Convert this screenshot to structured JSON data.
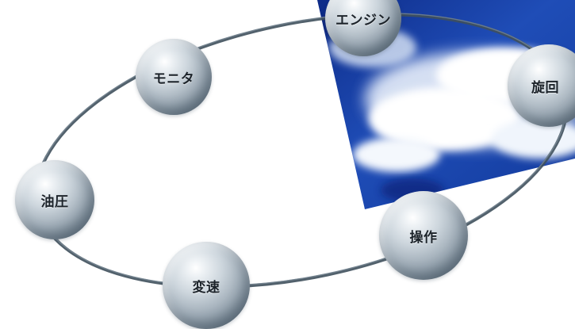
{
  "diagram": {
    "nodes": [
      {
        "id": "engine",
        "label": "エンジン"
      },
      {
        "id": "slewing",
        "label": "旋回"
      },
      {
        "id": "operation",
        "label": "操作"
      },
      {
        "id": "transmission",
        "label": "変速"
      },
      {
        "id": "hydraulic",
        "label": "油圧"
      },
      {
        "id": "monitor",
        "label": "モニタ"
      }
    ],
    "colors": {
      "ring": "#4e5f6c",
      "sky_dark": "#0f2e8c",
      "sky_mid": "#2d5fc6",
      "cloud": "#f3f7fc",
      "node_light": "#eef2f5",
      "node_dark": "#566876",
      "label": "#1c232a"
    }
  }
}
